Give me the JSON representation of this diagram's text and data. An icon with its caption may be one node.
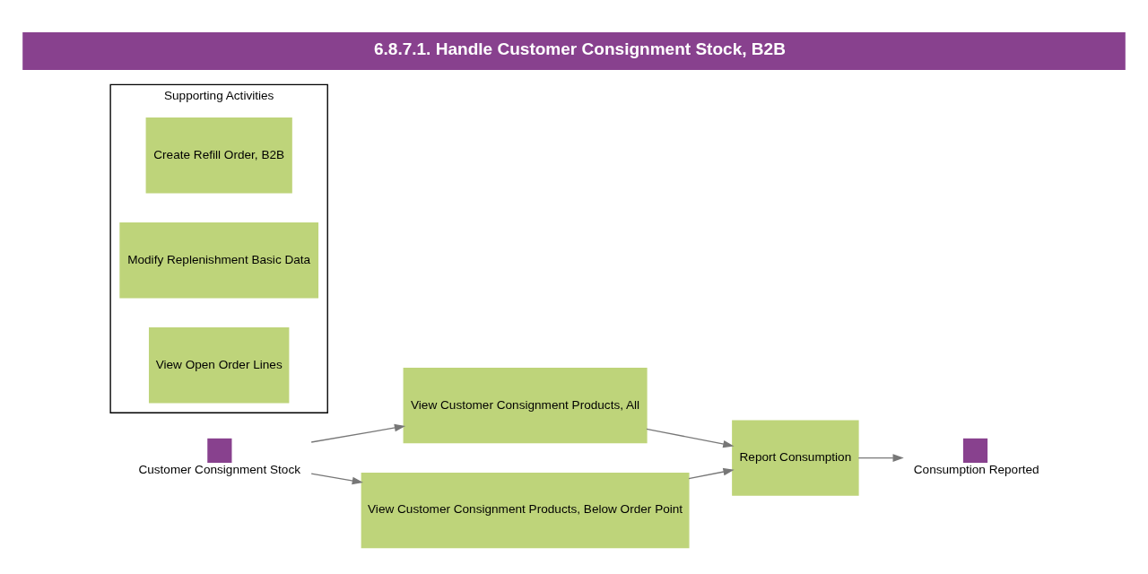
{
  "diagram": {
    "title": "6.8.7.1. Handle Customer Consignment Stock, B2B",
    "nodes": [
      {
        "text": [
          "Customer Consignment Stock"
        ]
      },
      {
        "text": [
          "View Customer Consignment Products, All"
        ]
      },
      {
        "text": [
          "View Customer Consignment Products, Below Order Point"
        ]
      },
      {
        "text": [
          "Report Consumption"
        ]
      },
      {
        "text": [
          "Consumption Reported"
        ]
      },
      {
        "text": [
          "Supporting Activities"
        ]
      },
      {
        "text": [
          "Create Refill Order, B2B"
        ],
        "in": 5
      },
      {
        "text": [
          "Modify Replenishment Basic Data"
        ],
        "in": 5
      },
      {
        "text": [
          "View Open Order Lines"
        ],
        "in": 5
      }
    ],
    "edges": [
      {
        "from": 0,
        "to": 1,
        "arrow": "to"
      },
      {
        "from": 0,
        "to": 2,
        "arrow": "to"
      },
      {
        "from": 1,
        "to": 3,
        "arrow": "to"
      },
      {
        "from": 2,
        "to": 3,
        "arrow": "to"
      },
      {
        "from": 3,
        "to": 4,
        "arrow": "to"
      }
    ]
  }
}
